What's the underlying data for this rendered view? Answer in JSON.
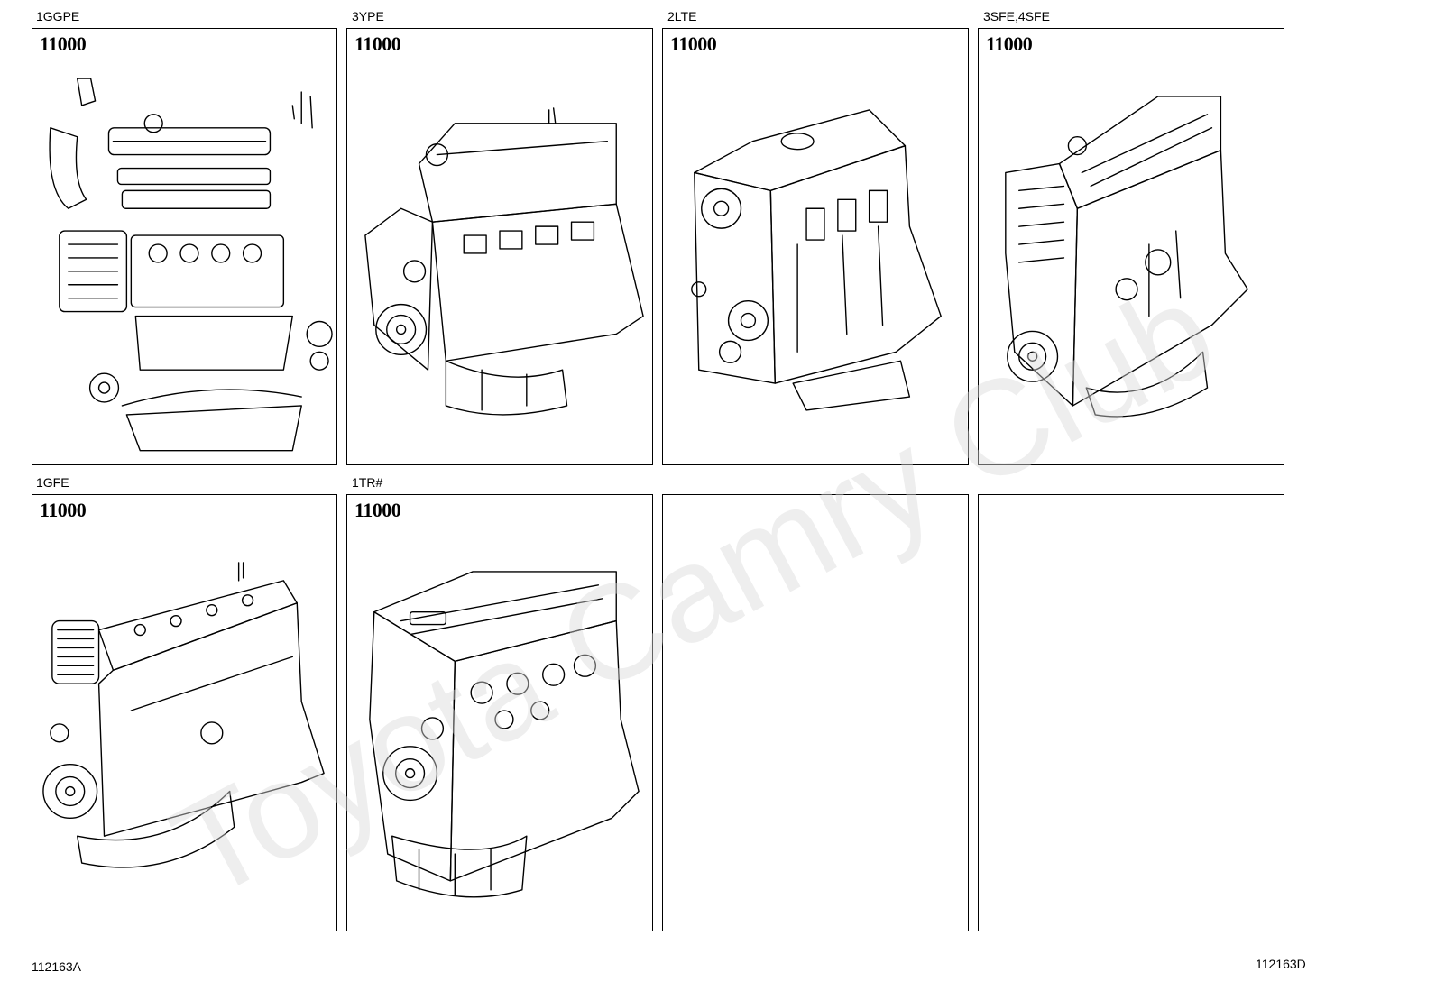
{
  "panels": [
    {
      "caption": "1GGPE",
      "code": "11000",
      "illustration": "exploded-engine-illustration"
    },
    {
      "caption": "3YPE",
      "code": "11000",
      "illustration": "engine-block-illustration"
    },
    {
      "caption": "2LTE",
      "code": "11000",
      "illustration": "engine-block-illustration"
    },
    {
      "caption": "3SFE,4SFE",
      "code": "11000",
      "illustration": "engine-block-illustration"
    },
    {
      "caption": "1GFE",
      "code": "11000",
      "illustration": "engine-block-illustration"
    },
    {
      "caption": "1TR#",
      "code": "11000",
      "illustration": "engine-block-illustration"
    },
    {
      "caption": "",
      "code": "",
      "illustration": ""
    },
    {
      "caption": "",
      "code": "",
      "illustration": ""
    }
  ],
  "footer": {
    "left_ref": "112163A",
    "right_ref": "112163D"
  },
  "watermark": {
    "text": "Toyota Camry Club"
  }
}
